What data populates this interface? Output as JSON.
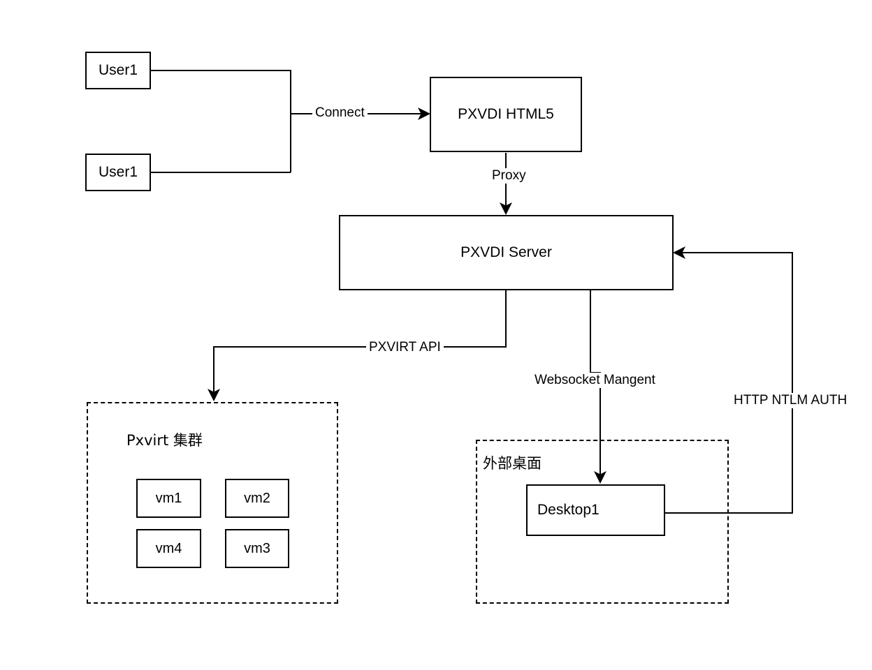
{
  "diagram": {
    "title": "PXVDI architecture diagram",
    "background_color": "#ffffff",
    "stroke_color": "#000000",
    "nodes": {
      "user1_top": {
        "label": "User1"
      },
      "user1_bottom": {
        "label": "User1"
      },
      "pxvdi_html5": {
        "label": "PXVDI HTML5"
      },
      "pxvdi_server": {
        "label": "PXVDI Server"
      },
      "desktop1": {
        "label": "Desktop1"
      },
      "vm1": {
        "label": "vm1"
      },
      "vm2": {
        "label": "vm2"
      },
      "vm4": {
        "label": "vm4"
      },
      "vm3": {
        "label": "vm3"
      }
    },
    "groups": {
      "pxvirt_cluster": {
        "label": "Pxvirt 集群"
      },
      "external_desktop": {
        "label": "外部桌面"
      }
    },
    "edge_labels": {
      "connect": "Connect",
      "proxy": "Proxy",
      "pxvirt_api": "PXVIRT API",
      "websocket_mangent": "Websocket Mangent",
      "http_ntlm_auth": "HTTP NTLM AUTH"
    }
  }
}
